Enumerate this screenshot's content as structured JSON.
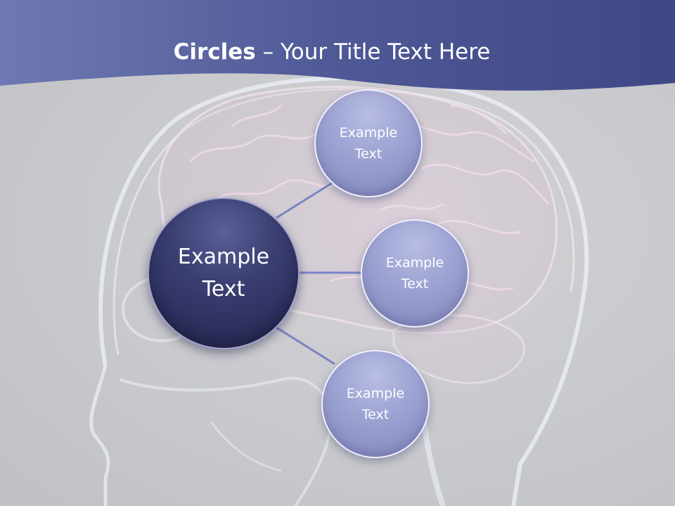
{
  "slide": {
    "title_bold": "Circles",
    "title_rest": " – Your Title Text Here"
  },
  "diagram": {
    "center": {
      "label": "Example Text"
    },
    "satellites": [
      {
        "label": "Example Text"
      },
      {
        "label": "Example Text"
      },
      {
        "label": "Example Text"
      }
    ]
  },
  "colors": {
    "banner": "#5a64a0",
    "center_circle": "#2e3163",
    "satellite_circle": "#9ba1d1",
    "connector": "#7a84c4",
    "background": "#c9cacd"
  }
}
